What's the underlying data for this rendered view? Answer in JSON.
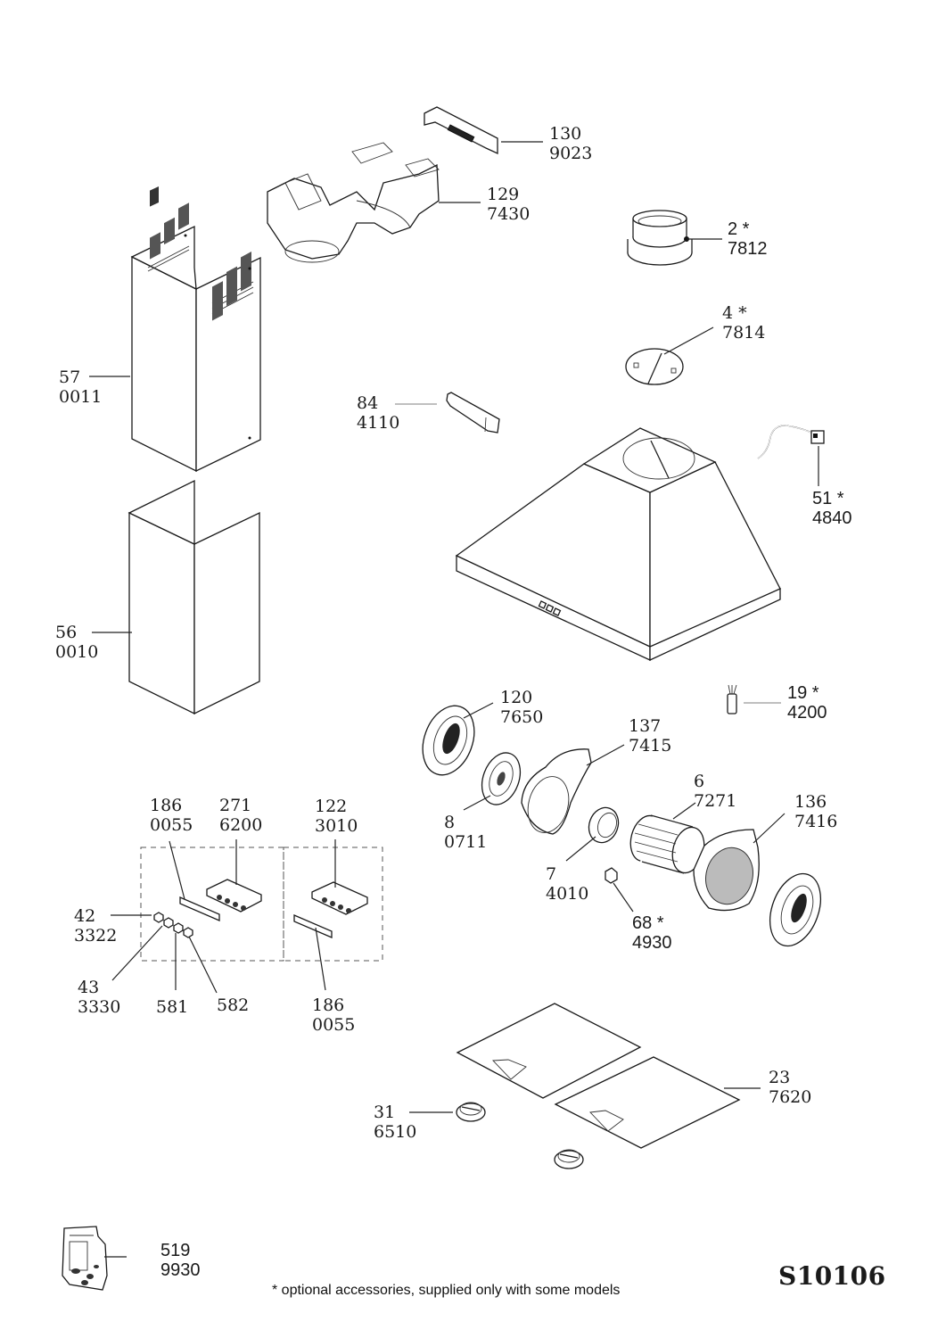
{
  "title": "Exploded parts diagram — chimney cooker hood",
  "document_id": "S10106",
  "footnote": "* optional accessories, supplied only with some models",
  "parts": [
    {
      "id": "p130",
      "ref": "130",
      "code": "9023",
      "optional": false,
      "name": "mounting-bracket"
    },
    {
      "id": "p129",
      "ref": "129",
      "code": "7430",
      "optional": false,
      "name": "chimney-support-frame"
    },
    {
      "id": "p2",
      "ref": "2 *",
      "code": "7812",
      "optional": true,
      "name": "duct-adapter"
    },
    {
      "id": "p4",
      "ref": "4 *",
      "code": "7814",
      "optional": true,
      "name": "non-return-valve"
    },
    {
      "id": "p57",
      "ref": "57",
      "code": "0011",
      "optional": false,
      "name": "upper-chimney"
    },
    {
      "id": "p84",
      "ref": "84",
      "code": "4110",
      "optional": false,
      "name": "bracket-clip"
    },
    {
      "id": "p51",
      "ref": "51 *",
      "code": "4840",
      "optional": true,
      "name": "power-cable"
    },
    {
      "id": "p56",
      "ref": "56",
      "code": "0010",
      "optional": false,
      "name": "lower-chimney"
    },
    {
      "id": "p19",
      "ref": "19 *",
      "code": "4200",
      "optional": true,
      "name": "capacitor"
    },
    {
      "id": "p120",
      "ref": "120",
      "code": "7650",
      "optional": false,
      "name": "carbon-filter"
    },
    {
      "id": "p137",
      "ref": "137",
      "code": "7415",
      "optional": false,
      "name": "fan-housing-front"
    },
    {
      "id": "p8",
      "ref": "8",
      "code": "0711",
      "optional": false,
      "name": "motor-flange"
    },
    {
      "id": "p6",
      "ref": "6",
      "code": "7271",
      "optional": false,
      "name": "impeller"
    },
    {
      "id": "p136",
      "ref": "136",
      "code": "7416",
      "optional": false,
      "name": "fan-housing-rear"
    },
    {
      "id": "p7",
      "ref": "7",
      "code": "4010",
      "optional": false,
      "name": "motor"
    },
    {
      "id": "p68",
      "ref": "68 *",
      "code": "4930",
      "optional": true,
      "name": "connector"
    },
    {
      "id": "p186a",
      "ref": "186",
      "code": "0055",
      "optional": false,
      "name": "control-panel-strip"
    },
    {
      "id": "p271",
      "ref": "271",
      "code": "6200",
      "optional": false,
      "name": "switch-unit"
    },
    {
      "id": "p122",
      "ref": "122",
      "code": "3010",
      "optional": false,
      "name": "switch-unit-alt"
    },
    {
      "id": "p42",
      "ref": "42",
      "code": "3322",
      "optional": false,
      "name": "push-button"
    },
    {
      "id": "p43",
      "ref": "43",
      "code": "3330",
      "optional": false,
      "name": "push-button"
    },
    {
      "id": "p581",
      "ref": "581",
      "code": "",
      "optional": false,
      "name": "push-button"
    },
    {
      "id": "p582",
      "ref": "582",
      "code": "",
      "optional": false,
      "name": "push-button"
    },
    {
      "id": "p186b",
      "ref": "186",
      "code": "0055",
      "optional": false,
      "name": "control-panel-strip"
    },
    {
      "id": "p23",
      "ref": "23",
      "code": "7620",
      "optional": false,
      "name": "grease-filter"
    },
    {
      "id": "p31",
      "ref": "31",
      "code": "6510",
      "optional": false,
      "name": "filter-handle"
    },
    {
      "id": "p519",
      "ref": "519",
      "code": "9930",
      "optional": false,
      "name": "screw-kit"
    }
  ]
}
